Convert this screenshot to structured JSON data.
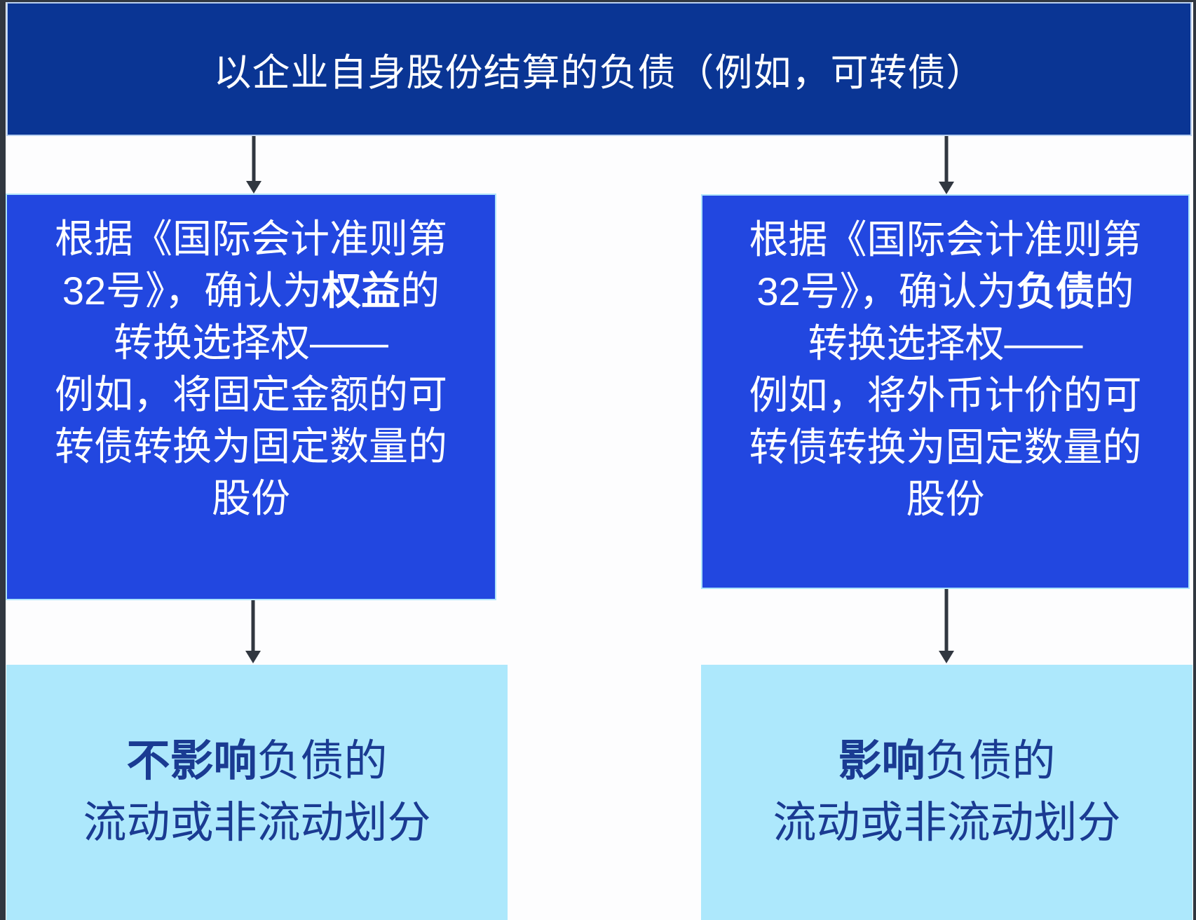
{
  "colors": {
    "banner_blue": "#0a3594",
    "condition_box_blue": "#2247e0",
    "outcome_box_light_blue": "#ade8fc",
    "outcome_text_navy": "#1a3b92",
    "frame_and_arrow_dark": "#313740",
    "box_text_white": "#ffffff",
    "page_background": "#fdfdfe"
  },
  "banner": {
    "title": "以企业自身股份结算的负债（例如，可转债）"
  },
  "flow": {
    "left_branch": {
      "condition_box": {
        "line1": "根据《国际会计准则第",
        "line2_pre": "32号》，确认为",
        "line2_bold": "权益",
        "line2_post": "的",
        "line3": "转换选择权——",
        "line4": "例如，将固定金额的可",
        "line5": "转债转换为固定数量的",
        "line6": "股份"
      },
      "outcome_box": {
        "line1_bold": "不影响",
        "line1_rest": "负债的",
        "line2": "流动或非流动划分"
      }
    },
    "right_branch": {
      "condition_box": {
        "line1": "根据《国际会计准则第",
        "line2_pre": "32号》，确认为",
        "line2_bold": "负债",
        "line2_post": "的",
        "line3": "转换选择权——",
        "line4": "例如，将外币计价的可",
        "line5": "转债转换为固定数量的",
        "line6": "股份"
      },
      "outcome_box": {
        "line1_bold": "影响",
        "line1_rest": "负债的",
        "line2": "流动或非流动划分"
      }
    }
  }
}
